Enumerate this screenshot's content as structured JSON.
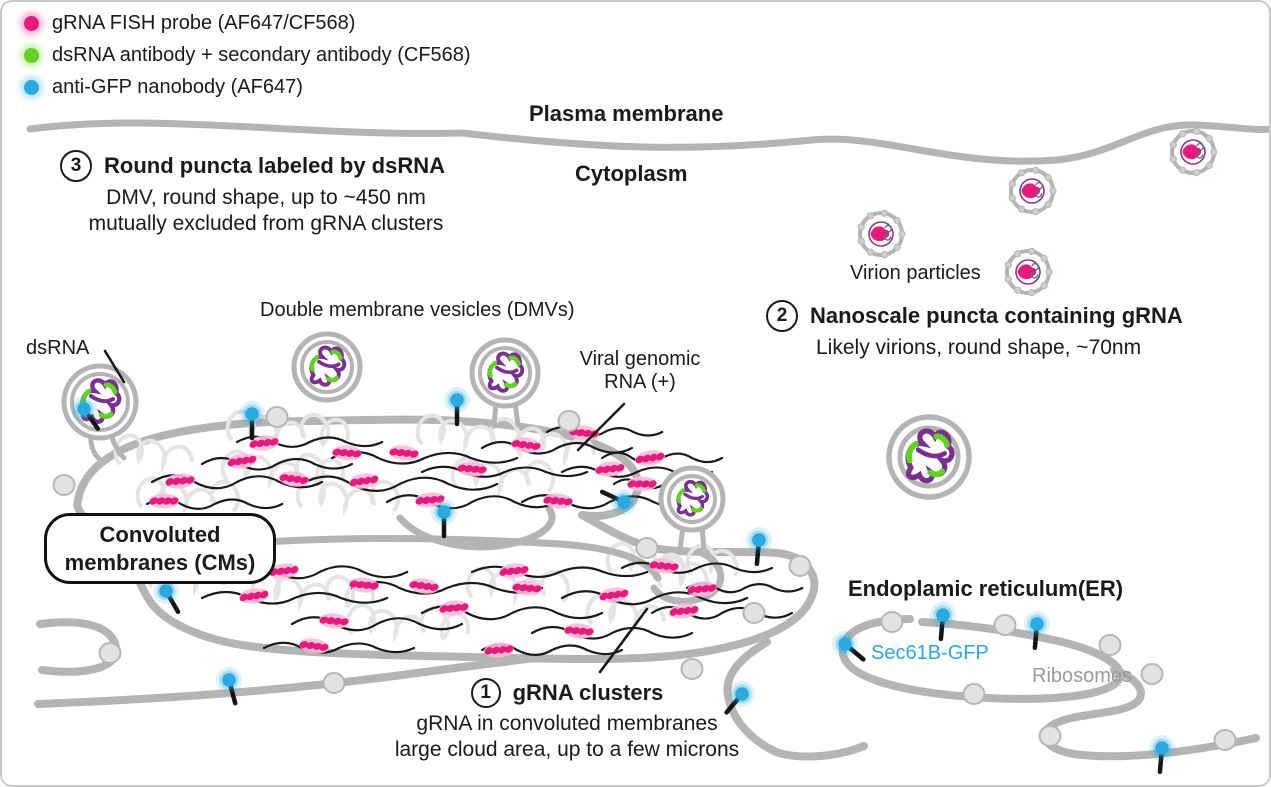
{
  "figure": {
    "legend": {
      "items": [
        {
          "icon": "grna-fish-probe-dot",
          "label": "gRNA FISH probe (AF647/CF568)",
          "color": "#e8197d"
        },
        {
          "icon": "dsrna-antibody-dot",
          "label": "dsRNA antibody + secondary antibody (CF568)",
          "color": "#5fd41f"
        },
        {
          "icon": "anti-gfp-nanobody-dot",
          "label": "anti-GFP nanobody (AF647)",
          "color": "#29abe2"
        }
      ]
    },
    "labels": {
      "plasma_membrane": "Plasma membrane",
      "cytoplasm": "Cytoplasm",
      "virion_particles": "Virion particles",
      "double_membrane_vesicles": "Double membrane vesicles (DMVs)",
      "dsrna": "dsRNA",
      "viral_genomic_rna_line1": "Viral genomic",
      "viral_genomic_rna_line2": "RNA (+)",
      "convoluted_membranes_line1": "Convoluted",
      "convoluted_membranes_line2": "membranes (CMs)",
      "endoplasmic_reticulum": "Endoplamic reticulum(ER)",
      "sec61b_gfp": "Sec61B-GFP",
      "ribosomes": "Ribosomes"
    },
    "annotations": {
      "n3": {
        "number": "3",
        "title": "Round puncta labeled by dsRNA",
        "line1": "DMV, round shape, up to ~450 nm",
        "line2": "mutually excluded from gRNA clusters"
      },
      "n2": {
        "number": "2",
        "title": "Nanoscale puncta containing gRNA",
        "line1": "Likely virions, round shape, ~70nm"
      },
      "n1": {
        "number": "1",
        "title": "gRNA clusters",
        "line1": "gRNA in convoluted membranes",
        "line2": "large cloud area, up to a few microns"
      }
    },
    "colors": {
      "membrane_gray": "#b4b4b4",
      "grna_probe_magenta": "#e8197d",
      "dsrna_antibody_green": "#5fd41f",
      "nanobody_blue": "#29abe2",
      "dsrna_purple": "#7b2f8e",
      "sec61b_text": "#2ea7e0",
      "ribosome_text": "#9a9a9a"
    }
  }
}
